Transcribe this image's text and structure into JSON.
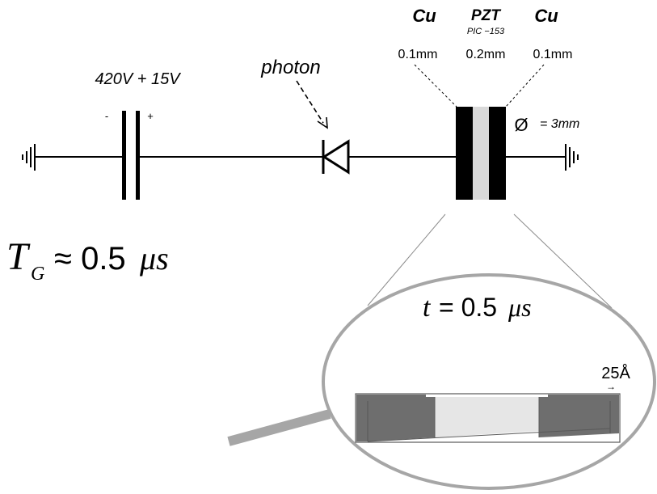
{
  "circuit": {
    "source_label": "420V + 15V",
    "minus_sign": "-",
    "plus_sign": "+",
    "photon_label": "photon",
    "cu_left": "Cu",
    "pzt": "PZT",
    "pzt_type": "PIC −153",
    "cu_right": "Cu",
    "cu_left_thickness": "0.1mm",
    "pzt_thickness": "0.2mm",
    "cu_right_thickness": "0.1mm",
    "diameter_symbol": "Ø",
    "diameter_value": "= 3mm"
  },
  "formula": {
    "tg_var": "T",
    "tg_sub": "G",
    "tg_rel": "≈ 0.5",
    "tg_unit": "μs"
  },
  "magnifier": {
    "time_var": "t",
    "time_rel": "= 0.5",
    "time_unit": "μs",
    "scale_label": "25Å",
    "scale_arrow": "→"
  },
  "colors": {
    "cu": "#000000",
    "pzt": "#d9d9d9",
    "ring": "#a6a6a6",
    "cu_zoom": "#6e6e6e",
    "pzt_zoom": "#e6e6e6",
    "outline": "#595959"
  }
}
